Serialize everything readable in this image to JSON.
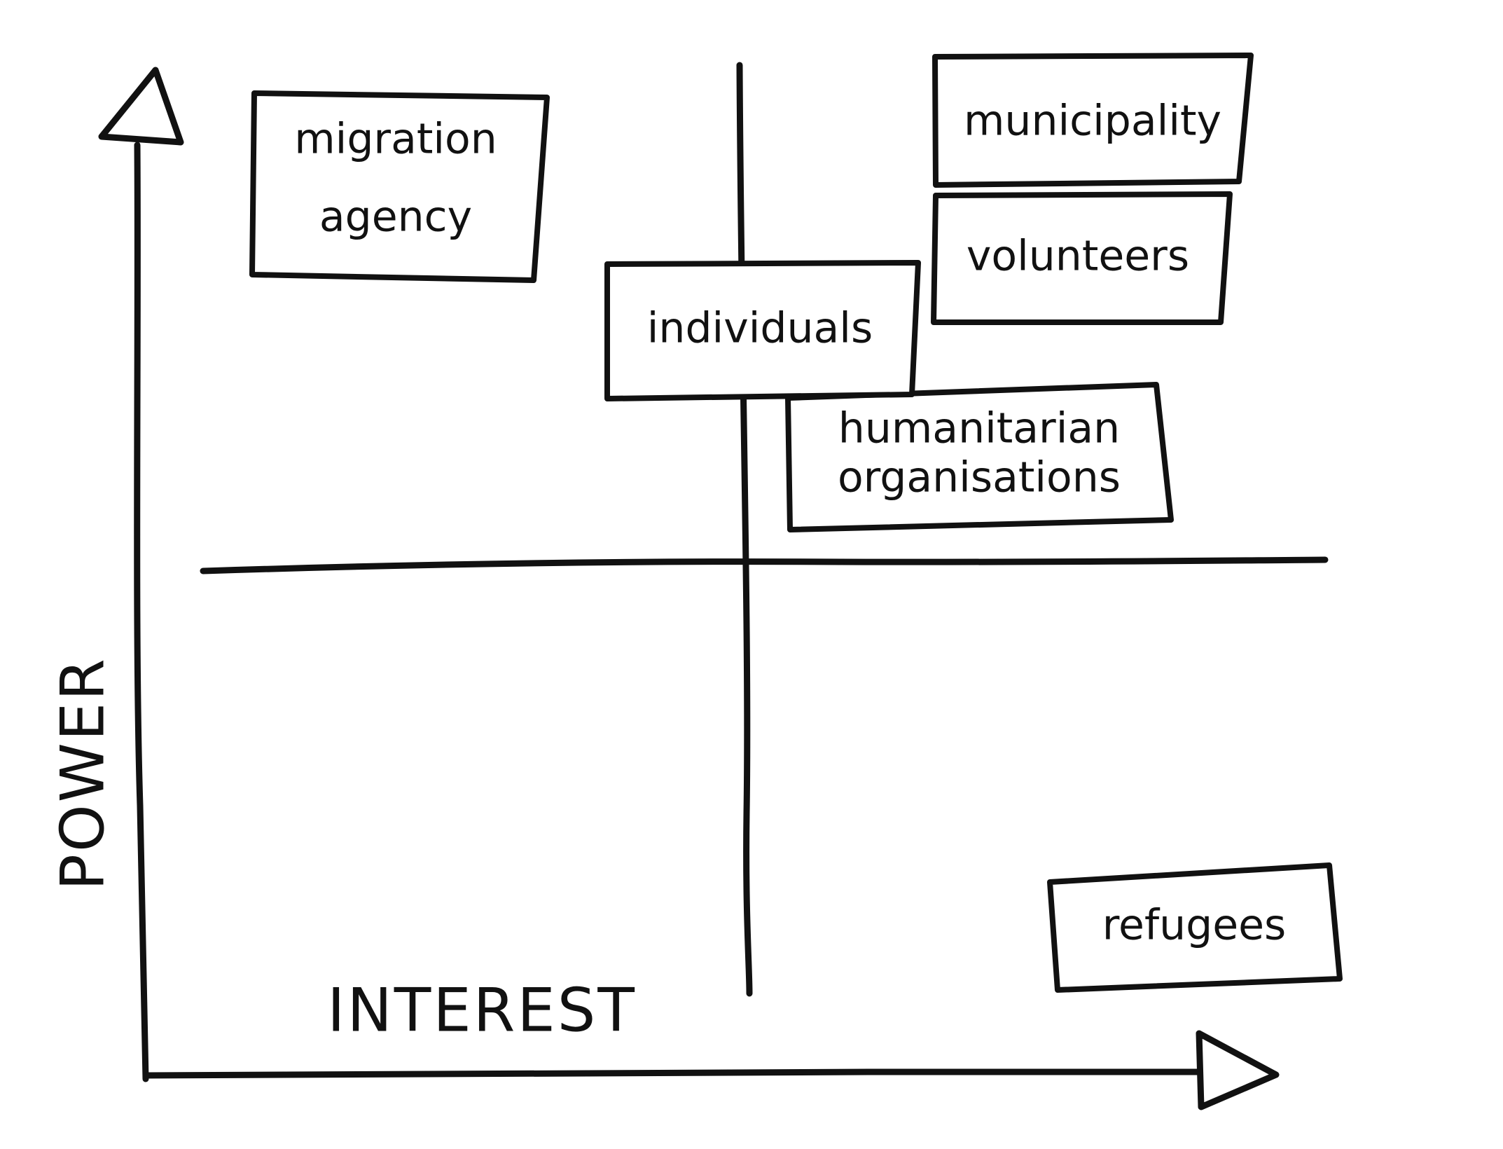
{
  "axes": {
    "x_label": "INTEREST",
    "y_label": "POWER"
  },
  "stakeholders": [
    {
      "id": "migration-agency",
      "lines": [
        "migration",
        "agency"
      ]
    },
    {
      "id": "municipality",
      "lines": [
        "municipality"
      ]
    },
    {
      "id": "volunteers",
      "lines": [
        "volunteers"
      ]
    },
    {
      "id": "individuals",
      "lines": [
        "individuals"
      ]
    },
    {
      "id": "humanitarian-organisations",
      "lines": [
        "humanitarian",
        "organisations"
      ]
    },
    {
      "id": "refugees",
      "lines": [
        "refugees"
      ]
    }
  ],
  "colors": {
    "ink": "#111111",
    "background": "#ffffff"
  }
}
